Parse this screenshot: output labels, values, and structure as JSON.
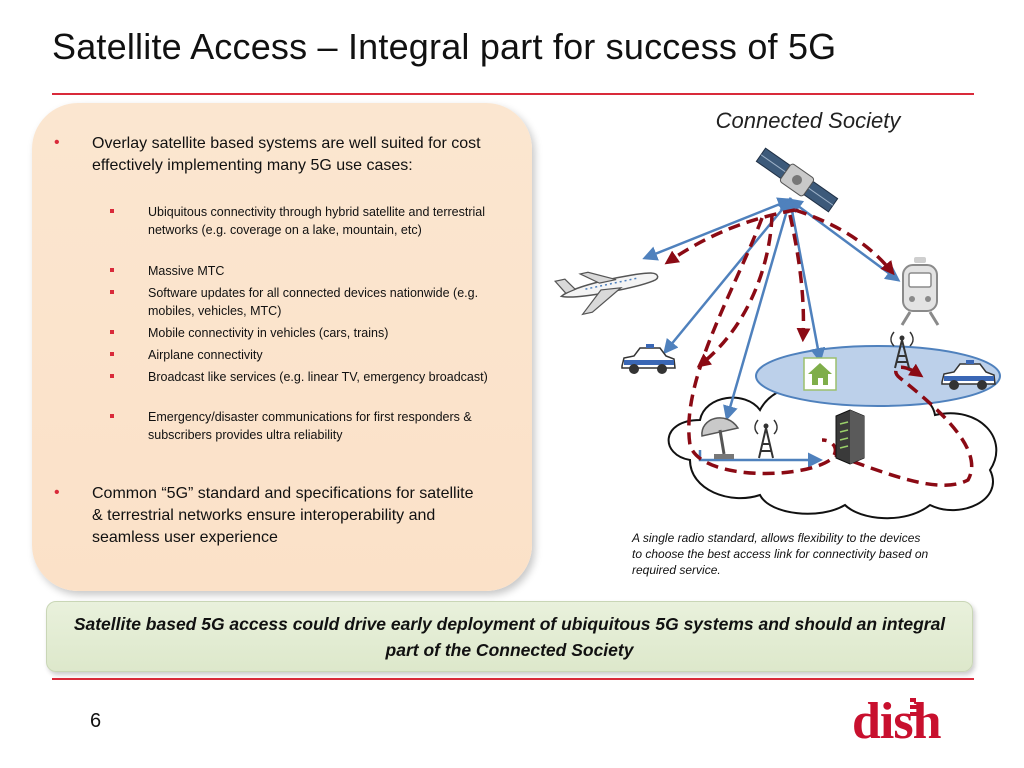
{
  "slide": {
    "title": "Satellite Access – Integral part for success of 5G",
    "page_number": "6"
  },
  "bullets": {
    "main_1": "Overlay satellite based systems are well suited for cost effectively implementing many 5G use cases:",
    "sub": [
      "Ubiquitous connectivity through hybrid satellite and terrestrial networks (e.g. coverage on a lake, mountain, etc)",
      "Massive MTC",
      "Software updates for all connected devices nationwide (e.g. mobiles, vehicles, MTC)",
      "Mobile connectivity in vehicles (cars, trains)",
      "Airplane connectivity",
      "Broadcast like services (e.g. linear TV, emergency broadcast)",
      "Emergency/disaster communications for first responders & subscribers provides ultra reliability"
    ],
    "main_2": "Common “5G” standard and specifications for satellite & terrestrial networks ensure interoperability and seamless user experience",
    "bullet_glyph": "•"
  },
  "diagram": {
    "title": "Connected Society",
    "caption": "A single radio standard, allows flexibility to the devices to choose the best access link for connectivity based on required service.",
    "icons": [
      "satellite-icon",
      "airplane-icon",
      "train-icon",
      "police-car-icon",
      "house-icon",
      "radio-tower-icon",
      "satellite-dish-icon",
      "server-icon",
      "cloud-icon"
    ]
  },
  "banner": {
    "text": "Satellite based 5G access could drive early deployment of ubiquitous 5G systems and should an integral part of the Connected Society"
  },
  "logo": {
    "text": "dish",
    "color": "#c8102e"
  },
  "colors": {
    "accent_red": "#d92a3a",
    "arrow_blue": "#4f81bd",
    "arrow_darkred": "#8b0a14",
    "panel_peach": "#fbe4cc",
    "banner_green": "#e4edd4"
  }
}
